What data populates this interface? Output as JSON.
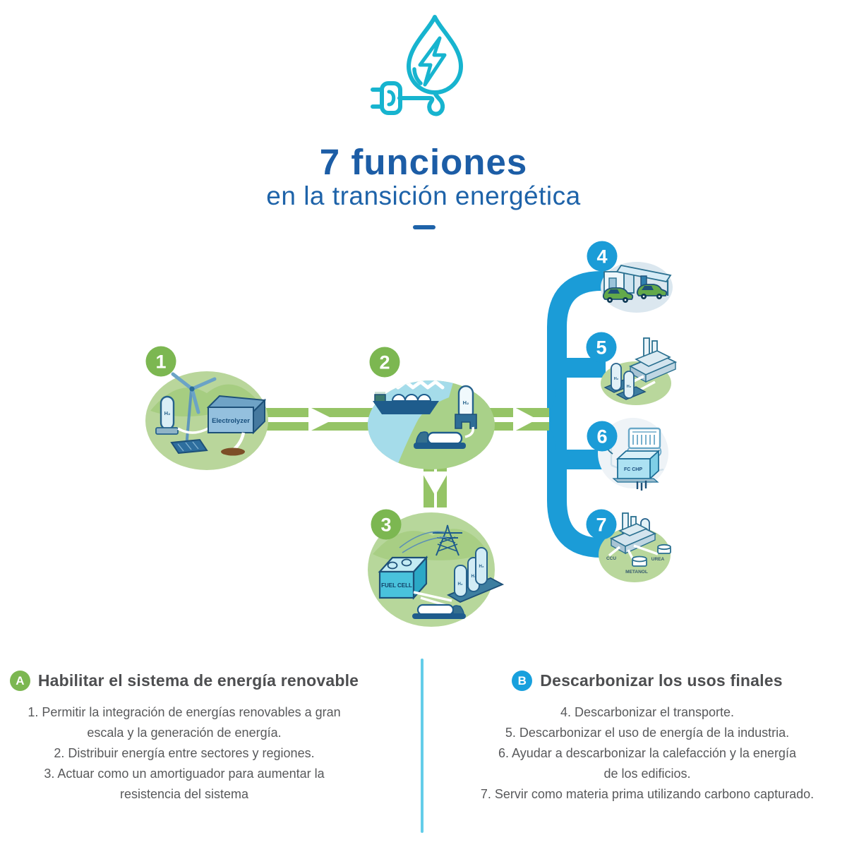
{
  "header": {
    "logo_icon": "hydrogen-drop-plug-icon",
    "title": "7 funciones",
    "subtitle": "en la transición energética"
  },
  "diagram": {
    "badges": [
      "1",
      "2",
      "3",
      "4",
      "5",
      "6",
      "7"
    ],
    "labels": {
      "h2": "H₂",
      "electrolyzer": "Electrolyzer",
      "fuel_cell": "FUEL CELL",
      "fc_chp": "FC CHP",
      "ccu": "CCU",
      "urea": "UREA",
      "metanol": "METANOL"
    },
    "colors": {
      "green_badge": "#7cb751",
      "green_arrow": "#95c466",
      "blue_branch": "#1b9cd7",
      "cyan_logo": "#17b4cf",
      "title_blue": "#1c5da6"
    }
  },
  "sections": {
    "a": {
      "badge": "A",
      "heading": "Habilitar el sistema de energía renovable",
      "items": [
        "1. Permitir la integración de energías renovables a gran\nescala y la generación de energía.",
        "2. Distribuir energía entre sectores y regiones.",
        "3. Actuar como un amortiguador para aumentar la\nresistencia del sistema"
      ]
    },
    "b": {
      "badge": "B",
      "heading": "Descarbonizar los usos finales",
      "items": [
        "4. Descarbonizar el transporte.",
        "5. Descarbonizar el uso de energía de la industria.",
        "6. Ayudar a descarbonizar la calefacción y la energía\nde los edificios.",
        "7. Servir como materia prima utilizando carbono capturado."
      ]
    }
  }
}
